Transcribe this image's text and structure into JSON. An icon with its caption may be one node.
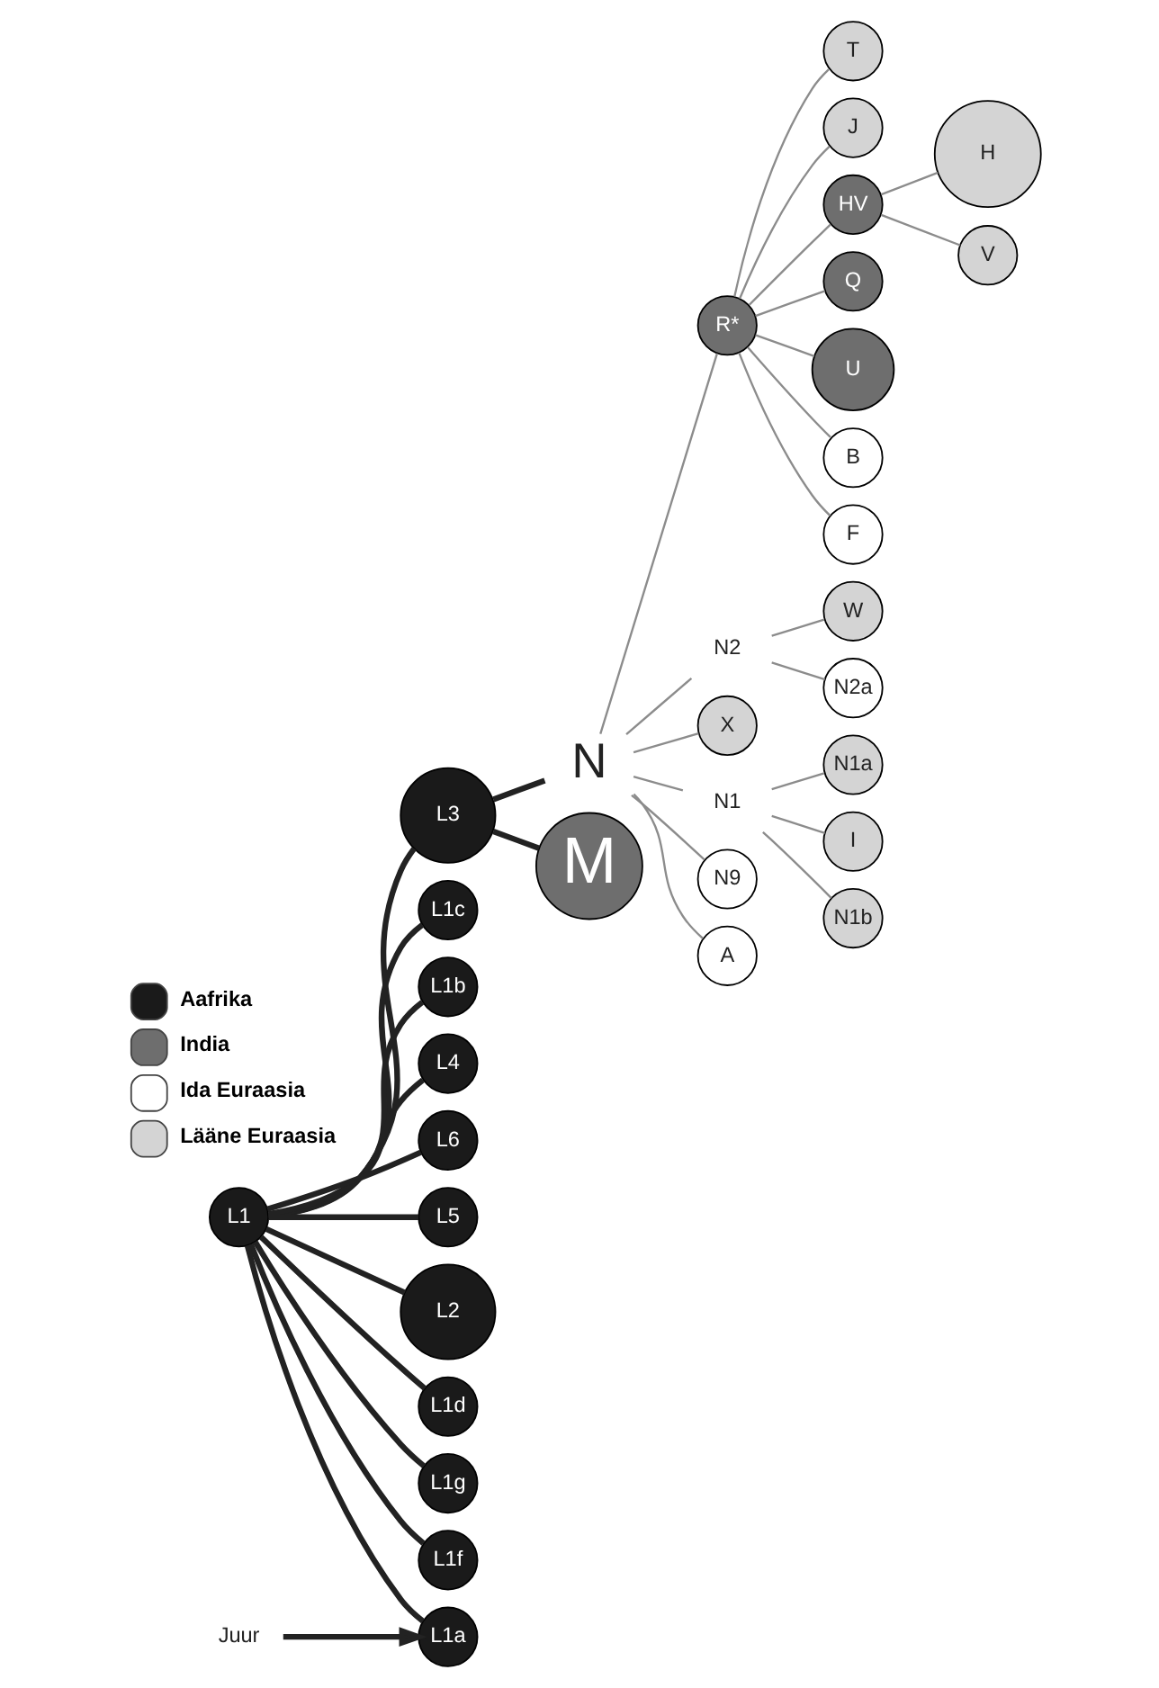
{
  "diagram": {
    "nodes": [
      {
        "text": [
          "H"
        ]
      },
      {
        "text": [
          "T"
        ]
      },
      {
        "text": [
          "J"
        ]
      },
      {
        "text": [
          "W"
        ]
      },
      {
        "text": [
          "N1a"
        ]
      },
      {
        "text": [
          "N2a"
        ]
      },
      {
        "text": [
          "I"
        ]
      },
      {
        "text": [
          "V"
        ]
      },
      {
        "text": [
          "HV"
        ]
      },
      {
        "text": [
          "Q"
        ]
      },
      {
        "text": [
          "R*"
        ]
      },
      {
        "text": [
          "N2"
        ]
      },
      {
        "text": [
          "X"
        ]
      },
      {
        "text": [
          "N1b"
        ]
      },
      {
        "text": [
          "U"
        ]
      },
      {
        "text": [
          "N1"
        ]
      },
      {
        "text": [
          "N9"
        ]
      },
      {
        "text": [
          "N"
        ]
      },
      {
        "text": [
          "B"
        ]
      },
      {
        "text": [
          "F"
        ]
      },
      {
        "text": [
          "A"
        ]
      },
      {
        "text": [
          "M"
        ]
      },
      {
        "text": [
          "L3"
        ]
      },
      {
        "text": [
          "L1c"
        ]
      },
      {
        "text": [
          "L1b"
        ]
      },
      {
        "text": [
          "L1"
        ]
      },
      {
        "text": [
          "L4"
        ]
      },
      {
        "text": [
          "L6"
        ]
      },
      {
        "text": [
          "L5"
        ]
      },
      {
        "text": [
          "L2"
        ]
      },
      {
        "text": [
          "L1d"
        ]
      },
      {
        "text": [
          "L1g"
        ]
      },
      {
        "text": [
          "Juur"
        ]
      },
      {
        "text": [
          "L1f"
        ]
      },
      {
        "text": [
          "L1a"
        ]
      }
    ],
    "edges": [
      {
        "from": 25,
        "to": 23,
        "arrow": "none",
        "style": "thick",
        "color": "#222222"
      },
      {
        "from": 25,
        "to": 24,
        "arrow": "none",
        "style": "thick",
        "color": "#222222"
      },
      {
        "from": 25,
        "to": 30,
        "arrow": "none",
        "style": "thick",
        "color": "#222222"
      },
      {
        "from": 25,
        "to": 31,
        "arrow": "none",
        "style": "thick",
        "color": "#222222"
      },
      {
        "from": 25,
        "to": 33,
        "arrow": "none",
        "style": "thick",
        "color": "#222222"
      },
      {
        "from": 25,
        "to": 34,
        "arrow": "none",
        "style": "thick",
        "color": "#222222"
      },
      {
        "from": 32,
        "to": 34,
        "arrow": "to",
        "style": "thick",
        "color": "#222222"
      },
      {
        "from": 25,
        "to": 29,
        "arrow": "none",
        "style": "thick",
        "color": "#222222"
      },
      {
        "from": 25,
        "to": 27,
        "arrow": "none",
        "style": "thick",
        "color": "#222222"
      },
      {
        "from": 25,
        "to": 28,
        "arrow": "none",
        "style": "thick",
        "color": "#222222"
      },
      {
        "from": 25,
        "to": 26,
        "arrow": "none",
        "style": "thick",
        "color": "#222222"
      },
      {
        "from": 25,
        "to": 22,
        "arrow": "none",
        "style": "thick",
        "color": "#222222"
      },
      {
        "from": 22,
        "to": 17,
        "arrow": "none",
        "style": "thick",
        "color": "#222222"
      },
      {
        "from": 22,
        "to": 21,
        "arrow": "none",
        "style": "thick",
        "color": "#222222"
      },
      {
        "from": 17,
        "to": 10,
        "arrow": "none"
      },
      {
        "from": 17,
        "to": 16,
        "arrow": "none"
      },
      {
        "from": 17,
        "to": 20,
        "arrow": "none"
      },
      {
        "from": 17,
        "to": 11,
        "arrow": "none"
      },
      {
        "from": 11,
        "to": 3,
        "arrow": "none"
      },
      {
        "from": 11,
        "to": 5,
        "arrow": "none"
      },
      {
        "from": 17,
        "to": 12,
        "arrow": "none"
      },
      {
        "from": 17,
        "to": 15,
        "arrow": "none"
      },
      {
        "from": 15,
        "to": 4,
        "arrow": "none"
      },
      {
        "from": 15,
        "to": 6,
        "arrow": "none"
      },
      {
        "from": 15,
        "to": 13,
        "arrow": "none"
      },
      {
        "from": 10,
        "to": 14,
        "arrow": "none"
      },
      {
        "from": 10,
        "to": 8,
        "arrow": "none"
      },
      {
        "from": 8,
        "to": 0,
        "arrow": "none"
      },
      {
        "from": 8,
        "to": 7,
        "arrow": "none"
      },
      {
        "from": 10,
        "to": 9,
        "arrow": "none"
      },
      {
        "from": 10,
        "to": 1,
        "arrow": "none"
      },
      {
        "from": 10,
        "to": 2,
        "arrow": "none"
      },
      {
        "from": 10,
        "to": 18,
        "arrow": "none"
      },
      {
        "from": 10,
        "to": 19,
        "arrow": "none"
      }
    ],
    "legend": [
      {
        "text": "Aafrika",
        "color": "#1a1a1a"
      },
      {
        "text": "India",
        "color": "#6e6e6e"
      },
      {
        "text": "Ida Euraasia",
        "color": "#ffffff"
      },
      {
        "text": "Lääne Euraasia",
        "color": "#d4d4d4"
      }
    ]
  }
}
